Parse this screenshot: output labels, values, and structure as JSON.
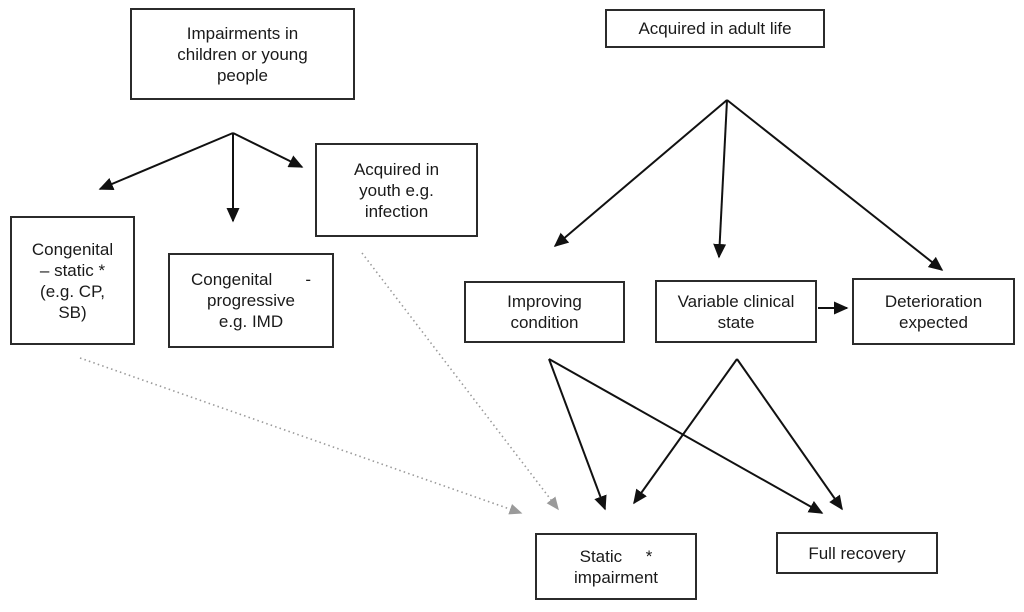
{
  "diagram": {
    "colors": {
      "box_border": "#2b2b2b",
      "box_fill": "#ffffff",
      "text": "#1a1a1a",
      "solid_arrow": "#111111",
      "dotted_arrow": "#9a9a9a",
      "background": "#ffffff"
    },
    "nodes": [
      {
        "id": "impairments-children-young-people",
        "label": "Impairments in\nchildren or young\npeople"
      },
      {
        "id": "acquired-in-adult-life",
        "label": "Acquired in adult life"
      },
      {
        "id": "congenital-static",
        "label": "Congenital\n– static *\n(e.g. CP,\nSB)"
      },
      {
        "id": "congenital-progressive",
        "label": "Congenital       -\nprogressive\ne.g. IMD"
      },
      {
        "id": "acquired-in-youth",
        "label": "Acquired in\nyouth e.g.\ninfection"
      },
      {
        "id": "improving-condition",
        "label": "Improving\ncondition"
      },
      {
        "id": "variable-clinical-state",
        "label": "Variable clinical\nstate"
      },
      {
        "id": "deterioration-expected",
        "label": "Deterioration\nexpected"
      },
      {
        "id": "static-impairment",
        "label": "Static     *\nimpairment"
      },
      {
        "id": "full-recovery",
        "label": "Full recovery"
      }
    ],
    "edges": [
      {
        "from": "impairments-children-young-people",
        "to": "congenital-static",
        "style": "solid"
      },
      {
        "from": "impairments-children-young-people",
        "to": "congenital-progressive",
        "style": "solid"
      },
      {
        "from": "impairments-children-young-people",
        "to": "acquired-in-youth",
        "style": "solid"
      },
      {
        "from": "acquired-in-adult-life",
        "to": "improving-condition",
        "style": "solid"
      },
      {
        "from": "acquired-in-adult-life",
        "to": "variable-clinical-state",
        "style": "solid"
      },
      {
        "from": "acquired-in-adult-life",
        "to": "deterioration-expected",
        "style": "solid"
      },
      {
        "from": "variable-clinical-state",
        "to": "deterioration-expected",
        "style": "solid"
      },
      {
        "from": "improving-condition",
        "to": "static-impairment",
        "style": "solid"
      },
      {
        "from": "improving-condition",
        "to": "full-recovery",
        "style": "solid"
      },
      {
        "from": "variable-clinical-state",
        "to": "static-impairment",
        "style": "solid"
      },
      {
        "from": "variable-clinical-state",
        "to": "full-recovery",
        "style": "solid"
      },
      {
        "from": "congenital-static",
        "to": "static-impairment",
        "style": "dotted"
      },
      {
        "from": "acquired-in-youth",
        "to": "static-impairment",
        "style": "dotted"
      }
    ]
  }
}
